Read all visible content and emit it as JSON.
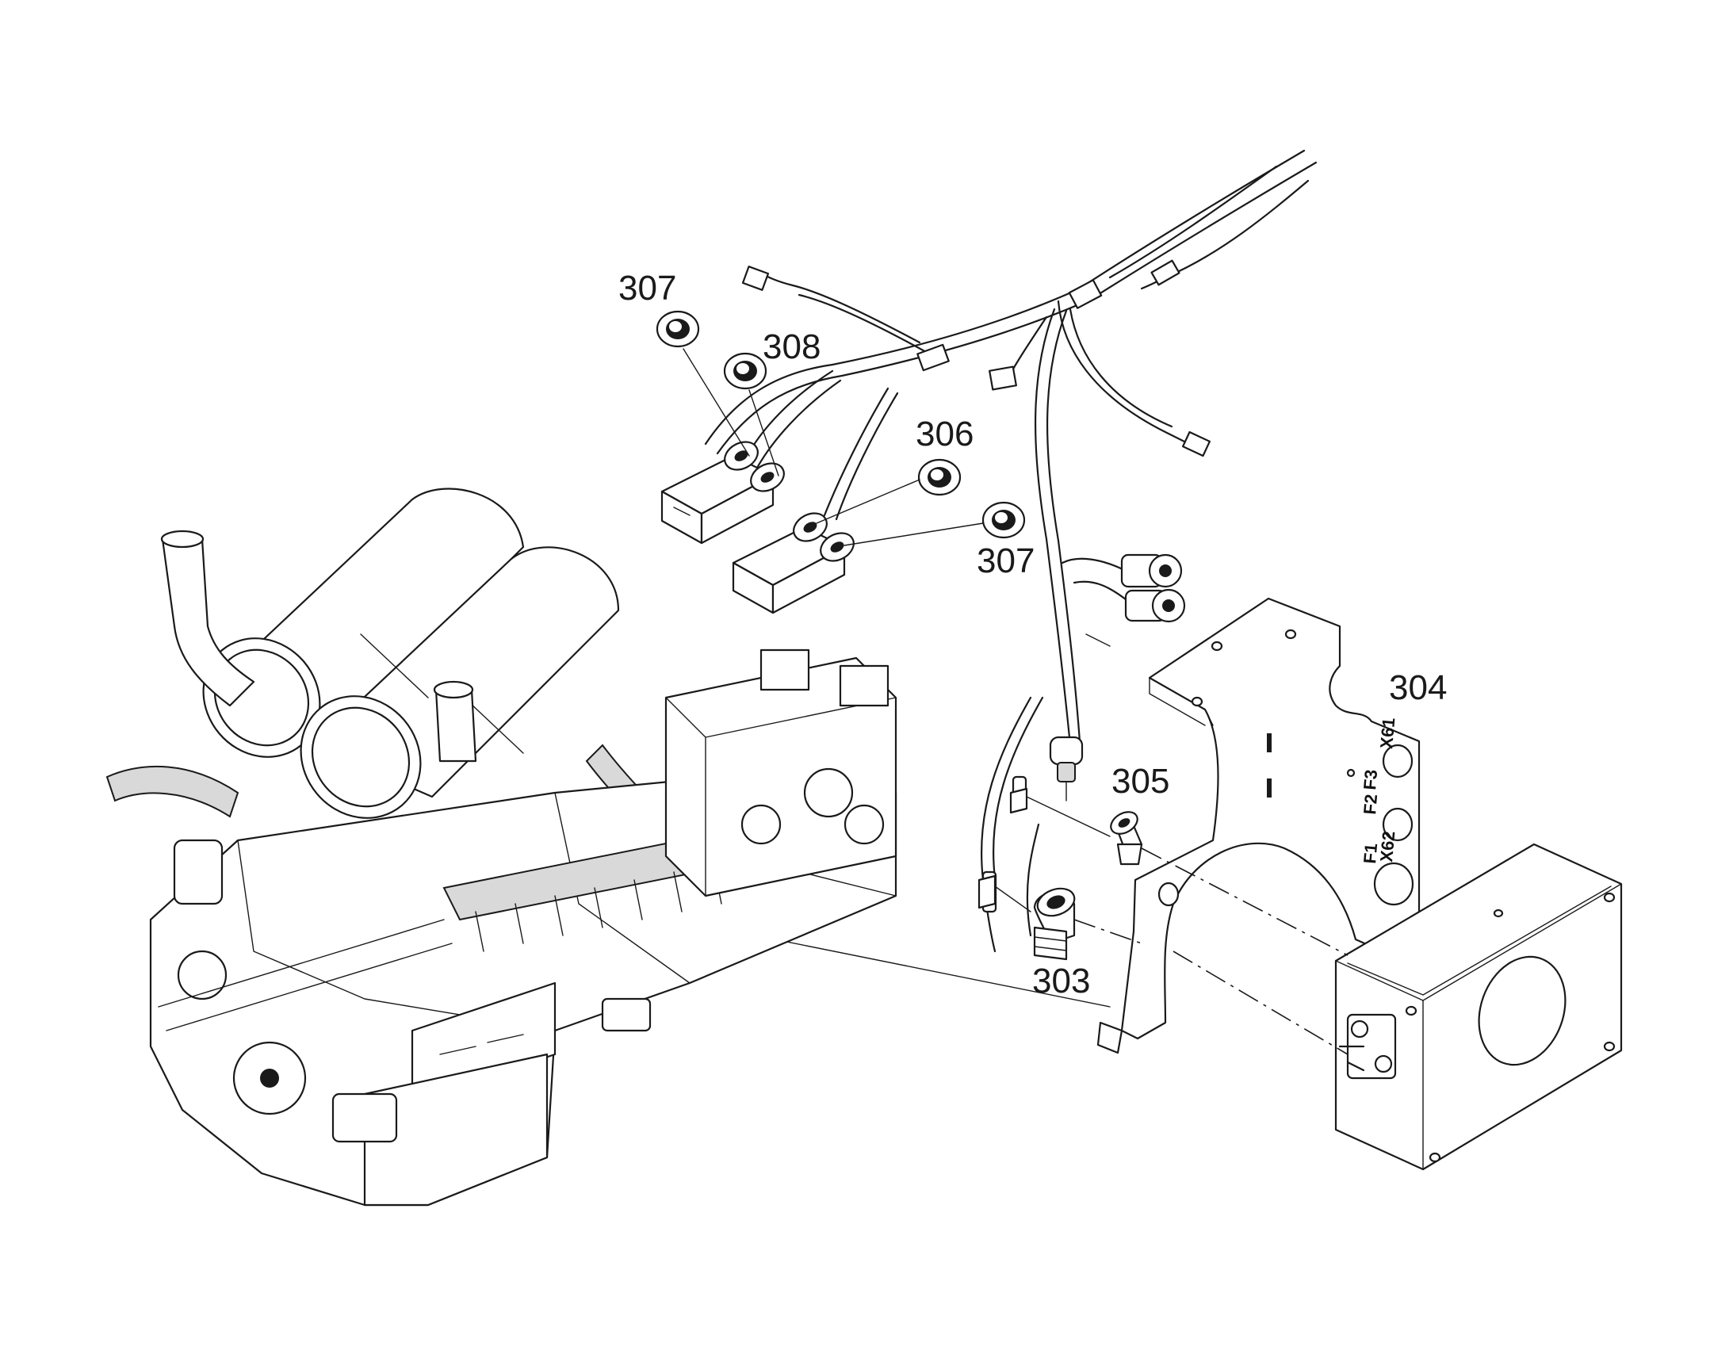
{
  "callouts": {
    "c307a": "307",
    "c308": "308",
    "c306": "306",
    "c307b": "307",
    "c304": "304",
    "c305": "305",
    "c303": "303"
  },
  "bracket_labels": {
    "x61": "X61",
    "f3": "F3",
    "f2": "F2",
    "f1": "F1",
    "x62": "X62"
  },
  "colors": {
    "line": "#1a1a1a",
    "background": "#ffffff"
  }
}
